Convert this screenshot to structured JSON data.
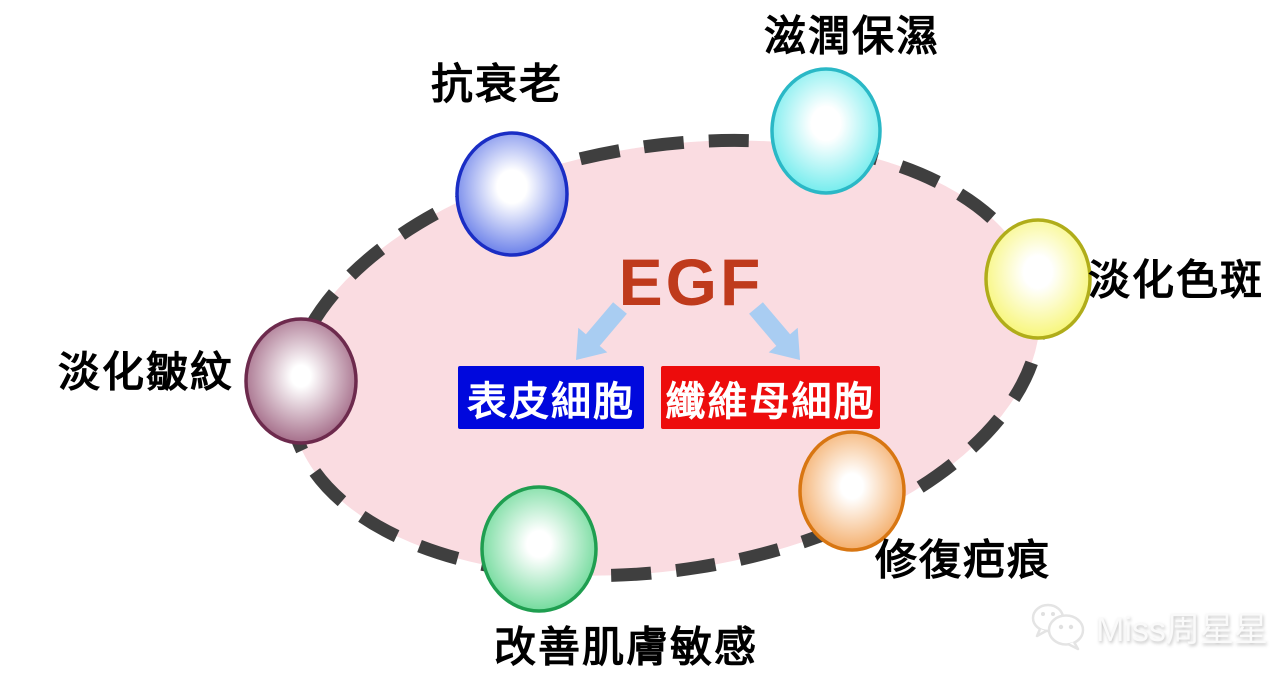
{
  "diagram_title": "EGF",
  "colors": {
    "title": "#bf3a1c",
    "ellipse_fill": "#fadce1",
    "ellipse_stroke": "#3f3f3f",
    "arrow": "#a9cdf2",
    "label_text": "#000000",
    "box_text": "#ffffff"
  },
  "cells": [
    {
      "label": "表皮細胞",
      "bg": "#0008dd"
    },
    {
      "label": "纖維母細胞",
      "bg": "#ed0c0c"
    }
  ],
  "benefits": [
    {
      "label": "抗衰老",
      "ball": "#2a49e0",
      "ball_border": "#1a2dc4"
    },
    {
      "label": "滋潤保濕",
      "ball": "#36e4e6",
      "ball_border": "#2ab8c6"
    },
    {
      "label": "淡化色斑",
      "ball": "#f4f23c",
      "ball_border": "#b0ad1a"
    },
    {
      "label": "淡化皺紋",
      "ball": "#82355c",
      "ball_border": "#6d2a4d"
    },
    {
      "label": "改善肌膚敏感",
      "ball": "#2fc96d",
      "ball_border": "#1f9e50"
    },
    {
      "label": "修復疤痕",
      "ball": "#ef8826",
      "ball_border": "#d87612"
    }
  ],
  "watermark": {
    "text": "Miss周星星",
    "icon": "wechat-icon"
  }
}
